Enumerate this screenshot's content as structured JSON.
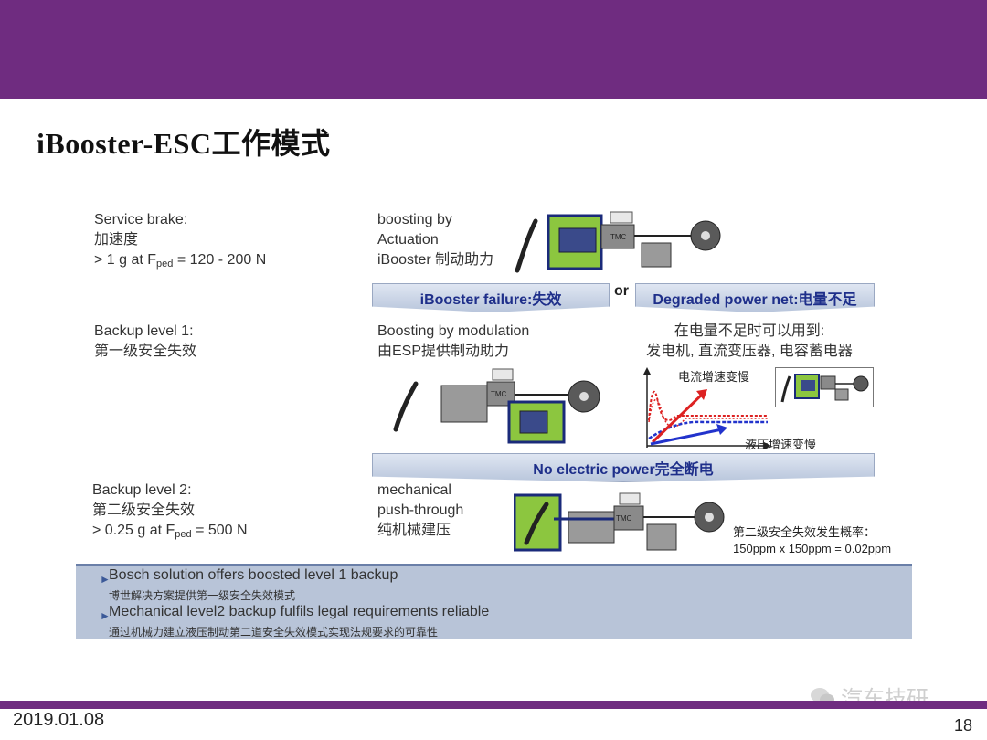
{
  "header": {
    "title": "iBooster-ESC工作模式"
  },
  "rows": {
    "service": {
      "label_1": "Service brake:",
      "label_2": "加速度",
      "label_3_prefix": "> 1 g at  F",
      "label_3_sub": "ped",
      "label_3_suffix": " = 120 - 200 N",
      "mode_1": "boosting by",
      "mode_2": "Actuation",
      "mode_3": "iBooster 制动助力"
    },
    "level1": {
      "label_1": "Backup level 1:",
      "label_2": "第一级安全失效",
      "mode_1": "Boosting by modulation",
      "mode_2": "由ESP提供制动助力",
      "power_1": "在电量不足时可以用到:",
      "power_2": "发电机, 直流变压器, 电容蓄电器",
      "curve_label_top": "电流增速变慢",
      "curve_label_bottom": "液压增速变慢"
    },
    "level2": {
      "label_1": "Backup level 2:",
      "label_2": "第二级安全失效",
      "label_3_prefix": "> 0.25 g at F",
      "label_3_sub": "ped",
      "label_3_suffix": " = 500 N",
      "mode_1": "mechanical",
      "mode_2": "push-through",
      "mode_3": "纯机械建压",
      "prob_1": "第二级安全失效发生概率：",
      "prob_2": "150ppm x 150ppm = 0.02ppm"
    }
  },
  "bands": {
    "failure": "iBooster failure:失效",
    "or": "or",
    "degraded": "Degraded power net:电量不足",
    "no_power": "No electric power完全断电"
  },
  "diagram_labels": {
    "tmc": "TMC"
  },
  "info": {
    "bullet_1": "Bosch solution offers boosted level 1 backup",
    "bullet_1_cn": "博世解决方案提供第一级安全失效模式",
    "bullet_2": "Mechanical level2 backup fulfils legal requirements reliable",
    "bullet_2_cn": "通过机械力建立液压制动第二道安全失效模式实现法规要求的可靠性"
  },
  "footer": {
    "date": "2019.01.08",
    "page": "18",
    "watermark": "汽车技研"
  },
  "colors": {
    "brand": "#6f2c80",
    "band_text": "#1e2f8a",
    "highlight": "#8cc63f",
    "info_bg": "#b8c4d8"
  }
}
